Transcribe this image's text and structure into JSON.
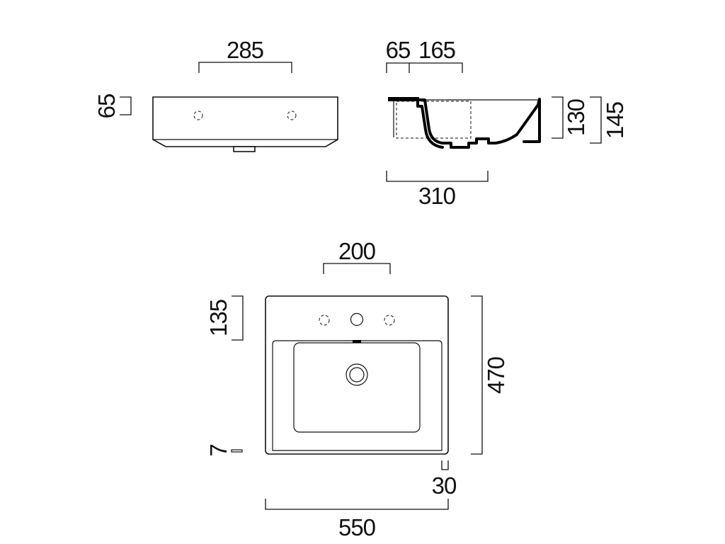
{
  "front_view": {
    "dim_tap_spacing": "285",
    "dim_height": "65"
  },
  "side_view": {
    "dim_back": "65",
    "dim_basin_offset": "165",
    "dim_bowl_depth": "130",
    "dim_total_height": "145",
    "dim_depth": "310"
  },
  "top_view": {
    "dim_tap_span": "200",
    "dim_deck_depth": "135",
    "dim_total_depth": "470",
    "dim_front_rim": "7",
    "dim_overhang": "30",
    "dim_width": "550"
  }
}
